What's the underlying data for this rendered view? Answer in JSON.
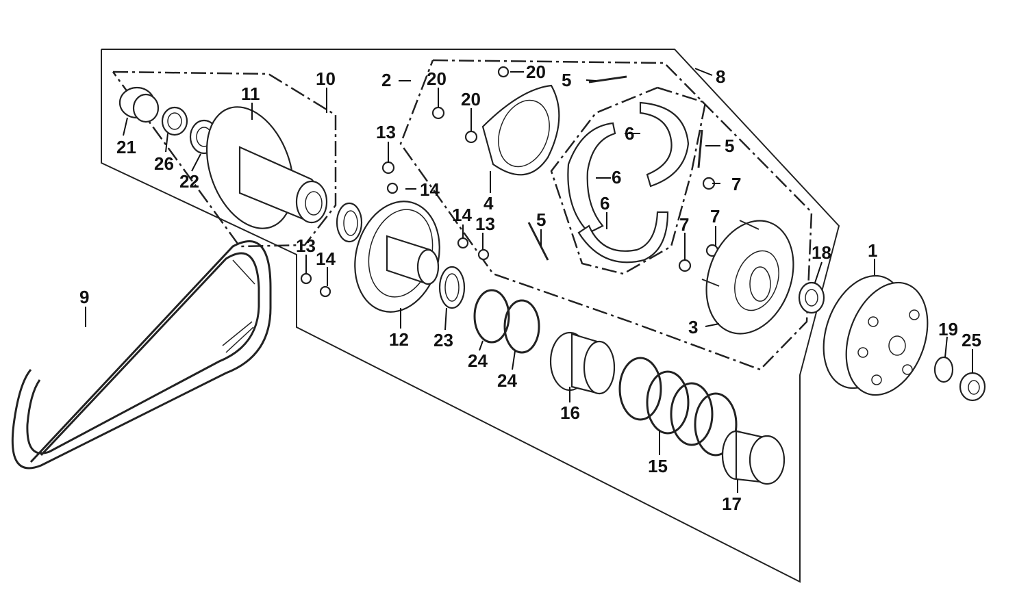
{
  "callouts": [
    {
      "id": "c1",
      "text": "1"
    },
    {
      "id": "c2",
      "text": "2"
    },
    {
      "id": "c3",
      "text": "3"
    },
    {
      "id": "c4",
      "text": "4"
    },
    {
      "id": "c5a",
      "text": "5"
    },
    {
      "id": "c5b",
      "text": "5"
    },
    {
      "id": "c5c",
      "text": "5"
    },
    {
      "id": "c6a",
      "text": "6"
    },
    {
      "id": "c6b",
      "text": "6"
    },
    {
      "id": "c6c",
      "text": "6"
    },
    {
      "id": "c7a",
      "text": "7"
    },
    {
      "id": "c7b",
      "text": "7"
    },
    {
      "id": "c7c",
      "text": "7"
    },
    {
      "id": "c8",
      "text": "8"
    },
    {
      "id": "c9",
      "text": "9"
    },
    {
      "id": "c10",
      "text": "10"
    },
    {
      "id": "c11",
      "text": "11"
    },
    {
      "id": "c12",
      "text": "12"
    },
    {
      "id": "c13a",
      "text": "13"
    },
    {
      "id": "c13b",
      "text": "13"
    },
    {
      "id": "c13c",
      "text": "13"
    },
    {
      "id": "c14a",
      "text": "14"
    },
    {
      "id": "c14b",
      "text": "14"
    },
    {
      "id": "c14c",
      "text": "14"
    },
    {
      "id": "c15",
      "text": "15"
    },
    {
      "id": "c16",
      "text": "16"
    },
    {
      "id": "c17",
      "text": "17"
    },
    {
      "id": "c18",
      "text": "18"
    },
    {
      "id": "c19",
      "text": "19"
    },
    {
      "id": "c20a",
      "text": "20"
    },
    {
      "id": "c20b",
      "text": "20"
    },
    {
      "id": "c20c",
      "text": "20"
    },
    {
      "id": "c21",
      "text": "21"
    },
    {
      "id": "c22",
      "text": "22"
    },
    {
      "id": "c23",
      "text": "23"
    },
    {
      "id": "c24a",
      "text": "24"
    },
    {
      "id": "c24b",
      "text": "24"
    },
    {
      "id": "c25",
      "text": "25"
    },
    {
      "id": "c26",
      "text": "26"
    }
  ]
}
